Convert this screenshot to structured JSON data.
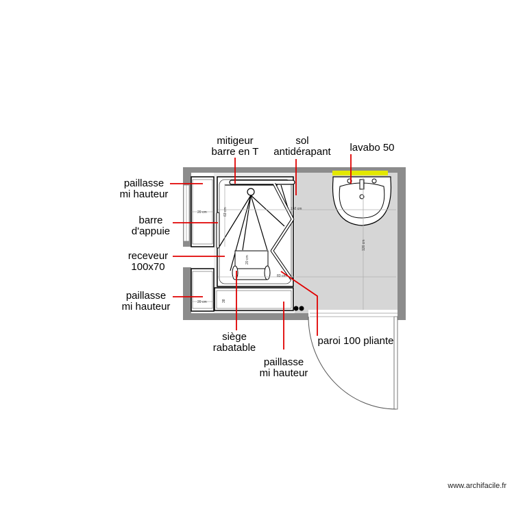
{
  "labels": {
    "mitigeur_l1": "mitigeur",
    "mitigeur_l2": "barre en T",
    "sol_l1": "sol",
    "sol_l2": "antidérapant",
    "lavabo": "lavabo 50",
    "paillasse_top_l1": "paillasse",
    "paillasse_top_l2": "mi hauteur",
    "barre_l1": "barre",
    "barre_l2": "d'appuie",
    "receveur_l1": "receveur",
    "receveur_l2": "100x70",
    "paillasse_left_l1": "paillasse",
    "paillasse_left_l2": "mi hauteur",
    "siege_l1": "siège",
    "siege_l2": "rabatable",
    "paroi": "paroi 100 pliante",
    "paillasse_bottom_l1": "paillasse",
    "paillasse_bottom_l2": "mi hauteur"
  },
  "dimensions": {
    "niche_top": "20 cm",
    "niche_bottom": "20 cm",
    "shower_width": "83 cm",
    "shower_depth": "63 cm",
    "seat": "20 cm",
    "room_width": "150 cm",
    "room_height": "126 cm",
    "lower": "38"
  },
  "watermark": "www.archifacile.fr",
  "colors": {
    "wall": "#8c8c8c",
    "floor": "#d6d6d6",
    "callout": "#e00000",
    "lavabo_band": "#e3e800"
  }
}
